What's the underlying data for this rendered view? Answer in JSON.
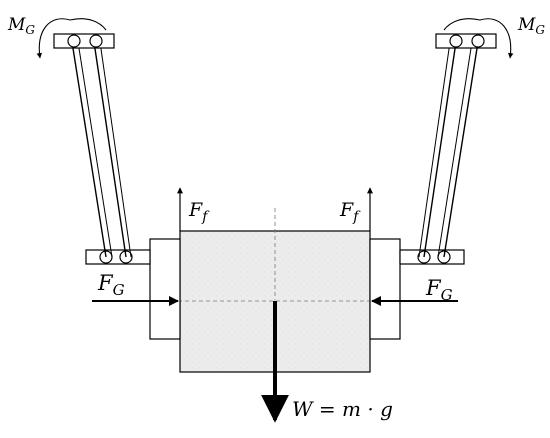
{
  "labels": {
    "moment_left": {
      "main": "M",
      "sub": "G"
    },
    "moment_right": {
      "main": "M",
      "sub": "G"
    },
    "friction_left": {
      "main": "F",
      "sub": "f"
    },
    "friction_right": {
      "main": "F",
      "sub": "f"
    },
    "grip_left": {
      "main": "F",
      "sub": "G"
    },
    "grip_right": {
      "main": "F",
      "sub": "G"
    },
    "weight": "W = m · g"
  },
  "colors": {
    "stroke": "#000000",
    "block_fill": "#ececec",
    "background": "#ffffff"
  }
}
